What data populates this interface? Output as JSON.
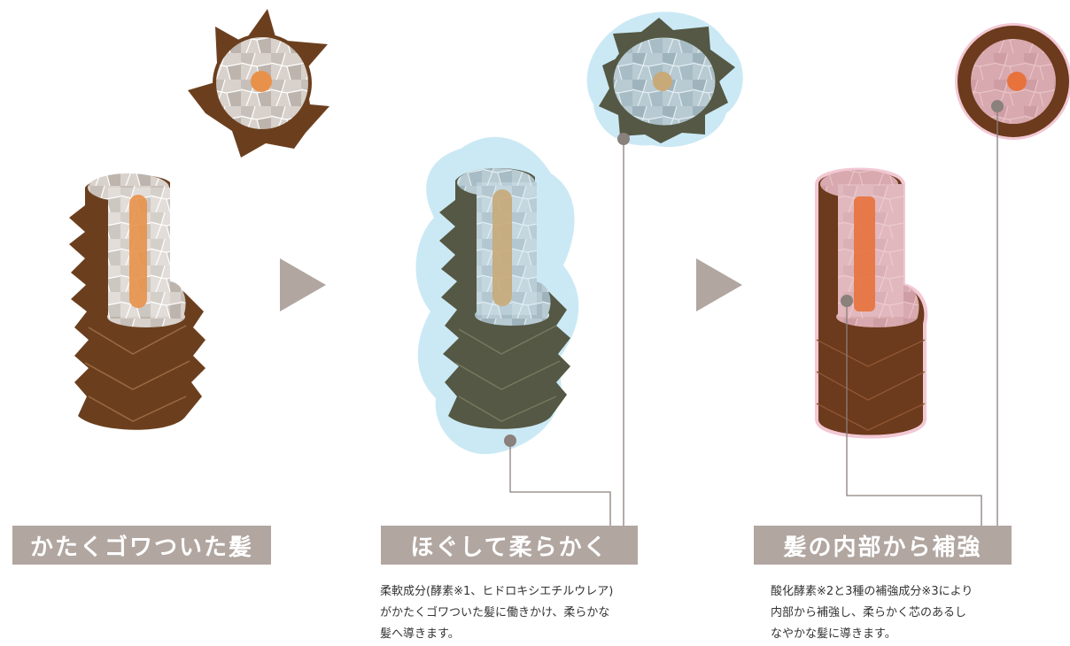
{
  "steps": [
    {
      "label": "かたくゴワついた髪",
      "description": ""
    },
    {
      "label": "ほぐして柔らかく",
      "description": "柔軟成分(酵素※1、ヒドロキシエチルウレア)\nがかたくゴワついた髪に働きかけ、柔らかな\n髪へ導きます。"
    },
    {
      "label": "髪の内部から補強",
      "description": "酸化酵素※2と3種の補強成分※3により\n内部から補強し、柔らかく芯のあるし\nなやかな髪に導きます。"
    }
  ],
  "icons": [
    "hair-strand-icon",
    "hair-cross-section-icon",
    "arrow-right-icon"
  ],
  "colors": {
    "damaged_brown": "#6b3f1e",
    "softened_dark": "#545844",
    "repaired_brown": "#6c3a1c",
    "glow_blue": "#cbe9f5",
    "glow_pink": "#f2c8d4",
    "core_orange": "#e8914a",
    "label_gray": "#b1a6a0",
    "arrow_gray": "#b1a6a0",
    "callout_gray": "#8a807c"
  }
}
